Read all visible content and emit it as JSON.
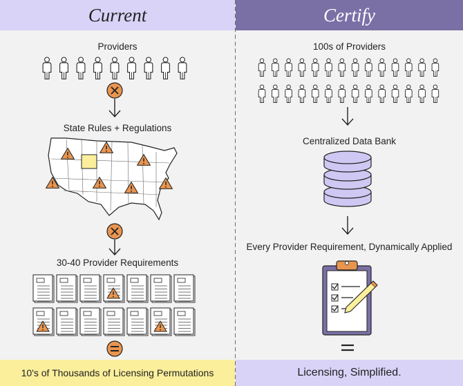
{
  "left": {
    "title": "Current",
    "step1": "Providers",
    "step2": "State Rules + Regulations",
    "step3": "30-40 Provider Requirements",
    "footer": "10's of Thousands of Licensing Permutations"
  },
  "right": {
    "title": "Certify",
    "step1": "100s of Providers",
    "step2": "Centralized Data Bank",
    "step3": "Every Provider Requirement, Dynamically Applied",
    "footer": "Licensing, Simplified."
  },
  "colors": {
    "current_header": "#d9d3f7",
    "certify_header": "#7a70a6",
    "current_footer": "#fbef9c",
    "certify_footer": "#d9d3f7",
    "accent_orange": "#e8954f",
    "database_fill": "#cfc8f3",
    "highlight_state": "#fbef9c"
  },
  "icons": {
    "provider": "person-icon",
    "blocker": "x-circle-icon",
    "warning": "warning-triangle-icon",
    "document": "document-icon",
    "equals": "equals-icon",
    "database": "database-icon",
    "clipboard": "clipboard-checklist-icon"
  }
}
